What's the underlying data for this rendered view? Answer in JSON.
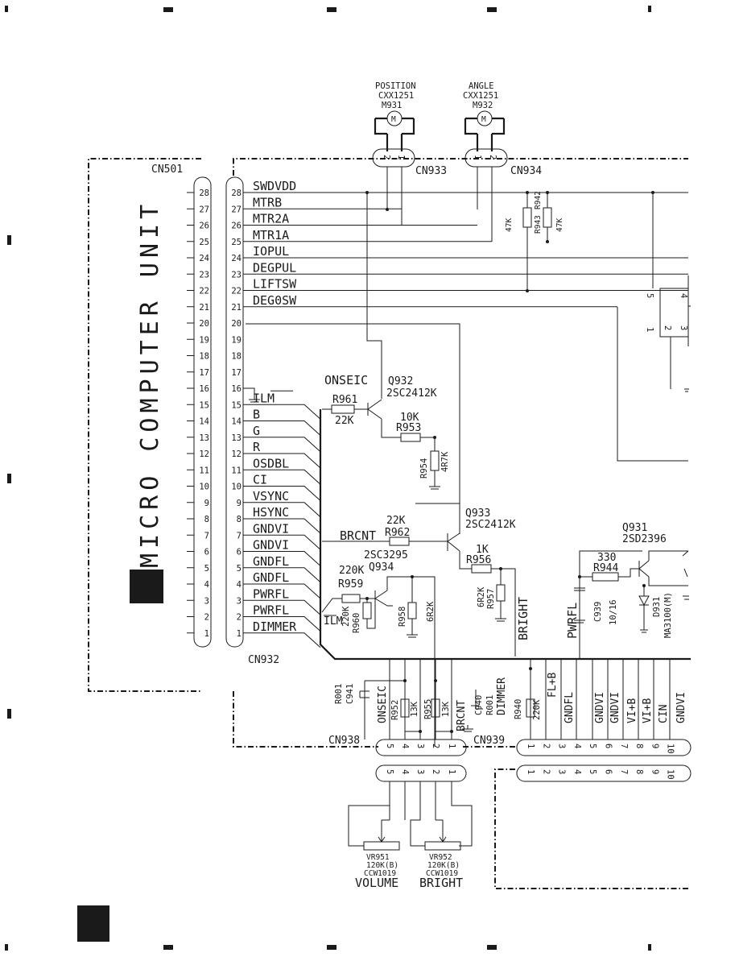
{
  "motors": [
    {
      "role": "POSITION",
      "part": "CXX1251",
      "ref": "M931",
      "symbol": "M"
    },
    {
      "role": "ANGLE",
      "part": "CXX1251",
      "ref": "M932",
      "symbol": "M"
    }
  ],
  "unit_title": "MICRO COMPUTER UNIT",
  "connectors": {
    "cn501": "CN501",
    "cn932": "CN932",
    "cn933": "CN933",
    "cn934": "CN934",
    "cn938": "CN938",
    "cn939": "CN939",
    "cn933_pins": [
      "2",
      "1"
    ],
    "cn934_pins": [
      "1",
      "2"
    ],
    "cn938_pins": [
      "5",
      "4",
      "3",
      "2",
      "1"
    ],
    "cn939_pins": [
      "1",
      "2",
      "3",
      "4",
      "5",
      "6",
      "7",
      "8",
      "9",
      "10"
    ]
  },
  "pins": [
    {
      "num": "28",
      "signal": "SWDVDD"
    },
    {
      "num": "27",
      "signal": "MTRB"
    },
    {
      "num": "26",
      "signal": "MTR2A"
    },
    {
      "num": "25",
      "signal": "MTR1A"
    },
    {
      "num": "24",
      "signal": "IOPUL"
    },
    {
      "num": "23",
      "signal": "DEGPUL"
    },
    {
      "num": "22",
      "signal": "LIFTSW"
    },
    {
      "num": "21",
      "signal": "DEG0SW"
    },
    {
      "num": "20",
      "signal": ""
    },
    {
      "num": "19",
      "signal": ""
    },
    {
      "num": "18",
      "signal": ""
    },
    {
      "num": "17",
      "signal": ""
    },
    {
      "num": "16",
      "signal": ""
    },
    {
      "num": "15",
      "signal": "ILM"
    },
    {
      "num": "14",
      "signal": "B"
    },
    {
      "num": "13",
      "signal": "G"
    },
    {
      "num": "12",
      "signal": "R"
    },
    {
      "num": "11",
      "signal": "OSDBL"
    },
    {
      "num": "10",
      "signal": "CI"
    },
    {
      "num": "9",
      "signal": "VSYNC"
    },
    {
      "num": "8",
      "signal": "HSYNC"
    },
    {
      "num": "7",
      "signal": "GNDVI"
    },
    {
      "num": "6",
      "signal": "GNDVI"
    },
    {
      "num": "5",
      "signal": "GNDFL"
    },
    {
      "num": "4",
      "signal": "GNDFL"
    },
    {
      "num": "3",
      "signal": "PWRFL"
    },
    {
      "num": "2",
      "signal": "PWRFL"
    },
    {
      "num": "1",
      "signal": "DIMMER"
    }
  ],
  "transistors": [
    {
      "ref": "Q932",
      "part": "2SC2412K"
    },
    {
      "ref": "Q933",
      "part": "2SC2412K"
    },
    {
      "ref": "Q931",
      "part": "2SD2396"
    },
    {
      "ref": "Q934",
      "part": "2SC3295"
    }
  ],
  "resistors": {
    "r943": {
      "ref": "R943",
      "value": "47K"
    },
    "r942": {
      "ref": "R942",
      "value": "47K"
    },
    "r961": {
      "ref": "R961",
      "value": "22K"
    },
    "r953": {
      "ref": "R953",
      "value": "10K"
    },
    "r954": {
      "ref": "R954",
      "value": "4R7K"
    },
    "r962": {
      "ref": "R962",
      "value": "22K"
    },
    "r956": {
      "ref": "R956",
      "value": "1K"
    },
    "r957": {
      "ref": "R957",
      "value": "6R2K"
    },
    "r944": {
      "ref": "R944",
      "value": "330"
    },
    "r959": {
      "ref": "R959",
      "value": "220K"
    },
    "r960": {
      "ref": "R960",
      "value": "220K"
    },
    "r958": {
      "ref": "R958",
      "value": "6R2K"
    },
    "r952": {
      "ref": "R952",
      "value": "13K"
    },
    "r955": {
      "ref": "R955",
      "value": "13K"
    },
    "r940": {
      "ref": "R940",
      "value": "220K"
    },
    "r001a": {
      "ref": "R001"
    },
    "r001b": {
      "ref": "R001"
    }
  },
  "capacitors": {
    "c939": {
      "ref": "C939",
      "value": "10/16"
    },
    "c941": {
      "ref": "C941"
    },
    "c940": {
      "ref": "C940"
    }
  },
  "diode": {
    "ref": "D931",
    "part": "MA3100(M)"
  },
  "ic_pins": [
    "5",
    "4",
    "1",
    "2",
    "3"
  ],
  "net_labels": {
    "onseic": "ONSEIC",
    "brcnt": "BRCNT",
    "bright": "BRIGHT",
    "pwrfl": "PWRFL",
    "ilm": "ILM"
  },
  "bottom_labels": {
    "cn938": [
      "ONSEIC",
      "BRCNT"
    ],
    "cn939": [
      "DIMMER",
      "FL+B",
      "GNDFL",
      "GNDVI",
      "GNDVI",
      "VI+B",
      "VI+B",
      "CIN",
      "GNDVI"
    ]
  },
  "pots": [
    {
      "ref": "VR951",
      "value": "120K(B)",
      "part": "CCW1019",
      "name": "VOLUME"
    },
    {
      "ref": "VR952",
      "value": "120K(B)",
      "part": "CCW1019",
      "name": "BRIGHT"
    }
  ]
}
